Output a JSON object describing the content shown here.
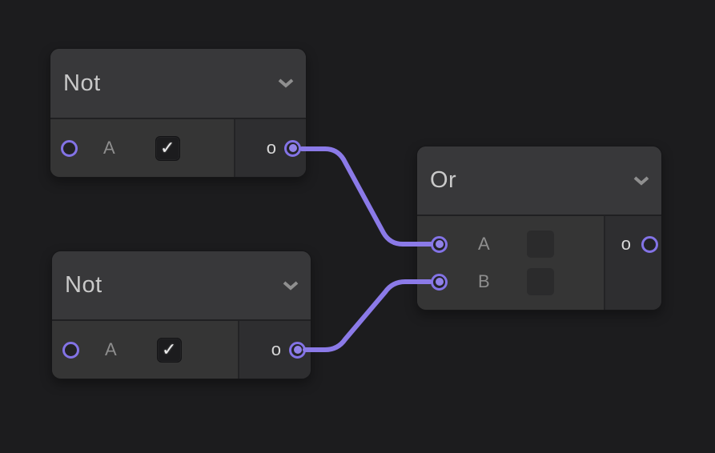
{
  "canvas": {
    "background": "#1c1c1e"
  },
  "palette": {
    "accent_purple": "#8b7ae8",
    "port_ring": "#8373e6",
    "node_header": "#38383a",
    "node_body": "#353535",
    "node_output_section": "#2e2e30"
  },
  "icons": {
    "check": "✓",
    "chevron": "chevron-down"
  },
  "nodes": [
    {
      "title": "Not",
      "inputs": [
        {
          "label": "A",
          "control": "checkbox",
          "checked": true,
          "connected": false
        }
      ],
      "outputs": [
        {
          "label": "o",
          "connected": true
        }
      ]
    },
    {
      "title": "Not",
      "inputs": [
        {
          "label": "A",
          "control": "checkbox",
          "checked": true,
          "connected": false
        }
      ],
      "outputs": [
        {
          "label": "o",
          "connected": true
        }
      ]
    },
    {
      "title": "Or",
      "inputs": [
        {
          "label": "A",
          "connected": true
        },
        {
          "label": "B",
          "connected": true
        }
      ],
      "outputs": [
        {
          "label": "o",
          "connected": false
        }
      ]
    }
  ],
  "wires": [
    {
      "from": "Not-1 output o",
      "to": "Or input A",
      "color": "#8b7ae8"
    },
    {
      "from": "Not-2 output o",
      "to": "Or input B",
      "color": "#8b7ae8"
    }
  ]
}
